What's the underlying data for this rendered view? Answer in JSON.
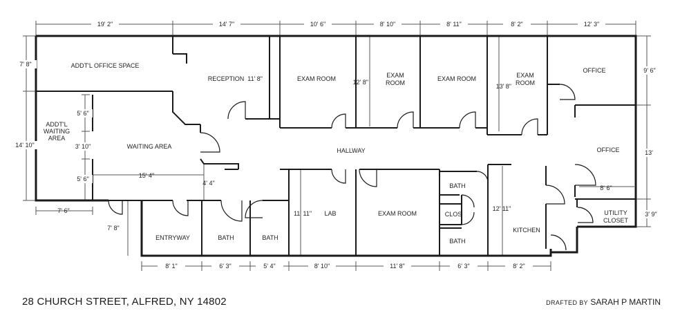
{
  "rooms": {
    "addtl_office": "ADDT'L OFFICE SPACE",
    "reception": "RECEPTION",
    "exam1": "EXAM ROOM",
    "exam2_line1": "EXAM",
    "exam2_line2": "ROOM",
    "exam3": "EXAM ROOM",
    "exam4_line1": "EXAM",
    "exam4_line2": "ROOM",
    "office1": "OFFICE",
    "addtl_waiting_line1": "ADDT'L",
    "addtl_waiting_line2": "WAITING",
    "addtl_waiting_line3": "AREA",
    "waiting": "WAITING AREA",
    "hallway": "HALLWAY",
    "office2": "OFFICE",
    "bath_top": "BATH",
    "clos": "CLOS",
    "bath_low": "BATH",
    "lab": "LAB",
    "exam5": "EXAM ROOM",
    "entryway": "ENTRYWAY",
    "bath1": "BATH",
    "bath2": "BATH",
    "kitchen": "KITCHEN",
    "utility_line1": "UTILITY",
    "utility_line2": "CLOSET"
  },
  "dimensions": {
    "top": [
      "19' 2\"",
      "14' 7\"",
      "10' 6\"",
      "8' 10\"",
      "8' 11\"",
      "8' 2\"",
      "12' 3\""
    ],
    "bottom": [
      "8' 1\"",
      "6' 3\"",
      "5' 4\"",
      "8' 10\"",
      "11' 8\"",
      "6' 3\"",
      "8' 2\""
    ],
    "left_outer": [
      "7' 8\"",
      "14' 10\""
    ],
    "left_inner": [
      "5' 6\"",
      "3' 10\"",
      "5' 6\""
    ],
    "right": [
      "9' 6\"",
      "13'",
      "3' 9\""
    ],
    "reception_height": "11' 8\"",
    "exam2_height": "12' 8\"",
    "exam4_height": "13' 8\"",
    "waiting_width": "15' 4\"",
    "waiting_step": "4' 4\"",
    "entry_height": "7' 8\"",
    "lab_height": "11' 11\"",
    "kitchen_height": "12' 11\"",
    "office2_width": "8' 6\"",
    "left_bottom": "7' 6\""
  },
  "footer": {
    "address": "28 CHURCH STREET, ALFRED, NY 14802",
    "drafted_by": "DRAFTED BY",
    "author": "SARAH P MARTIN"
  }
}
